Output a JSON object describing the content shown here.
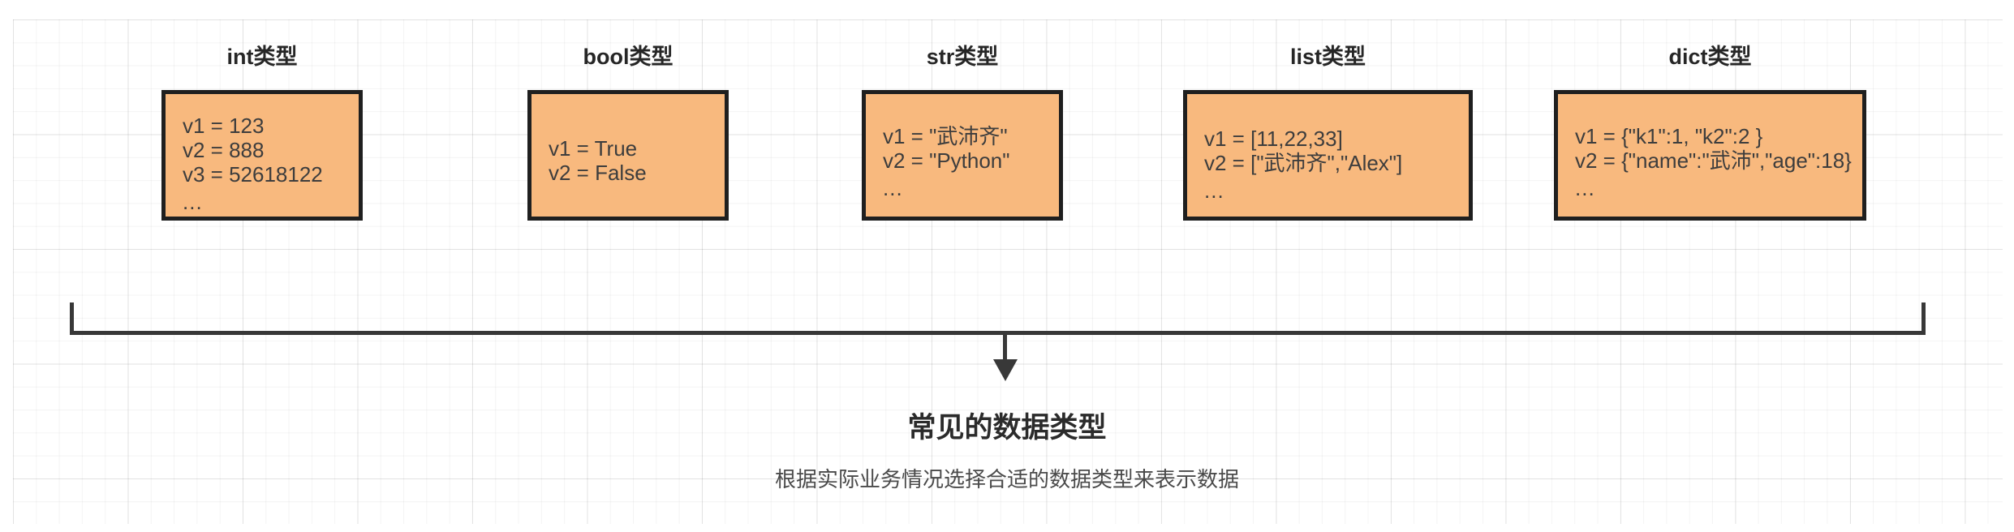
{
  "diagram": {
    "colors": {
      "box_fill": "#F8B97E",
      "box_border": "#1F1F1F",
      "line_color": "#383838",
      "text_color": "#3D3D3D"
    },
    "boxes": [
      {
        "title": "int类型",
        "lines": [
          "v1 = 123",
          "v2 = 888",
          "v3 = 52618122"
        ],
        "more": "..."
      },
      {
        "title": "bool类型",
        "lines": [
          "v1 = True",
          "v2 = False"
        ]
      },
      {
        "title": "str类型",
        "lines": [
          "v1 = \"武沛齐\"",
          "v2 = \"Python\""
        ],
        "more": "..."
      },
      {
        "title": "list类型",
        "lines": [
          "v1 = [11,22,33]",
          "v2 = [\"武沛齐\",\"Alex\"]"
        ],
        "more": "..."
      },
      {
        "title": "dict类型",
        "lines": [
          "v1 = {\"k1\":1, \"k2\":2 }",
          "v2 = {\"name\":\"武沛\",\"age\":18}"
        ],
        "more": "..."
      }
    ],
    "summary": {
      "title": "常见的数据类型",
      "subtitle": "根据实际业务情况选择合适的数据类型来表示数据"
    }
  }
}
